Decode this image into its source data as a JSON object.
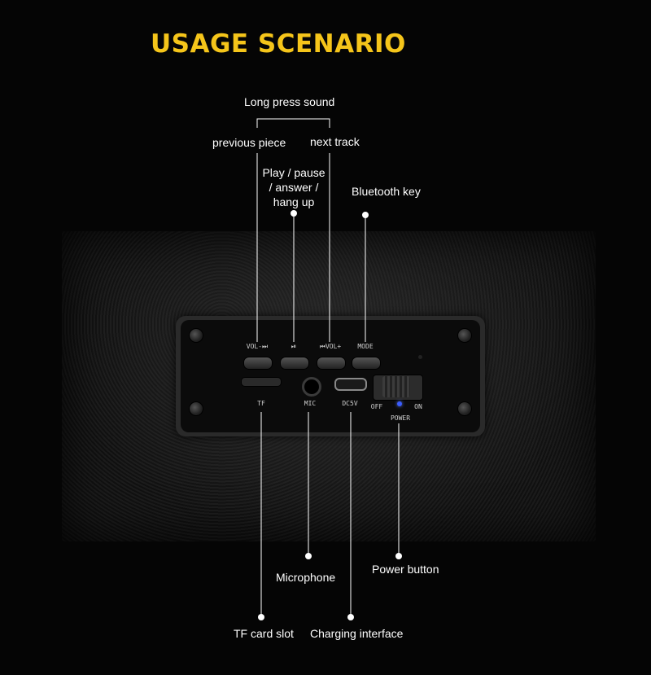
{
  "title": "USAGE SCENARIO",
  "callouts": {
    "long_press": "Long press sound",
    "previous_piece": "previous piece",
    "next_track": "next track",
    "play_pause_1": "Play / pause",
    "play_pause_2": "/ answer /",
    "play_pause_3": "hang up",
    "bluetooth_key": "Bluetooth key",
    "microphone": "Microphone",
    "power_button": "Power button",
    "tf_card_slot": "TF card slot",
    "charging_interface": "Charging interface"
  },
  "panel": {
    "btn_vol_minus": "VOL-⏭",
    "btn_play": "⏯",
    "btn_vol_plus": "⏮VOL+",
    "btn_mode": "MODE",
    "port_tf": "TF",
    "port_mic": "MIC",
    "port_dc": "DC5V",
    "switch_off": "OFF",
    "switch_on": "ON",
    "switch_power": "POWER"
  },
  "colors": {
    "title": "#f5c51a",
    "background": "#050505",
    "led": "#3a5cff"
  }
}
